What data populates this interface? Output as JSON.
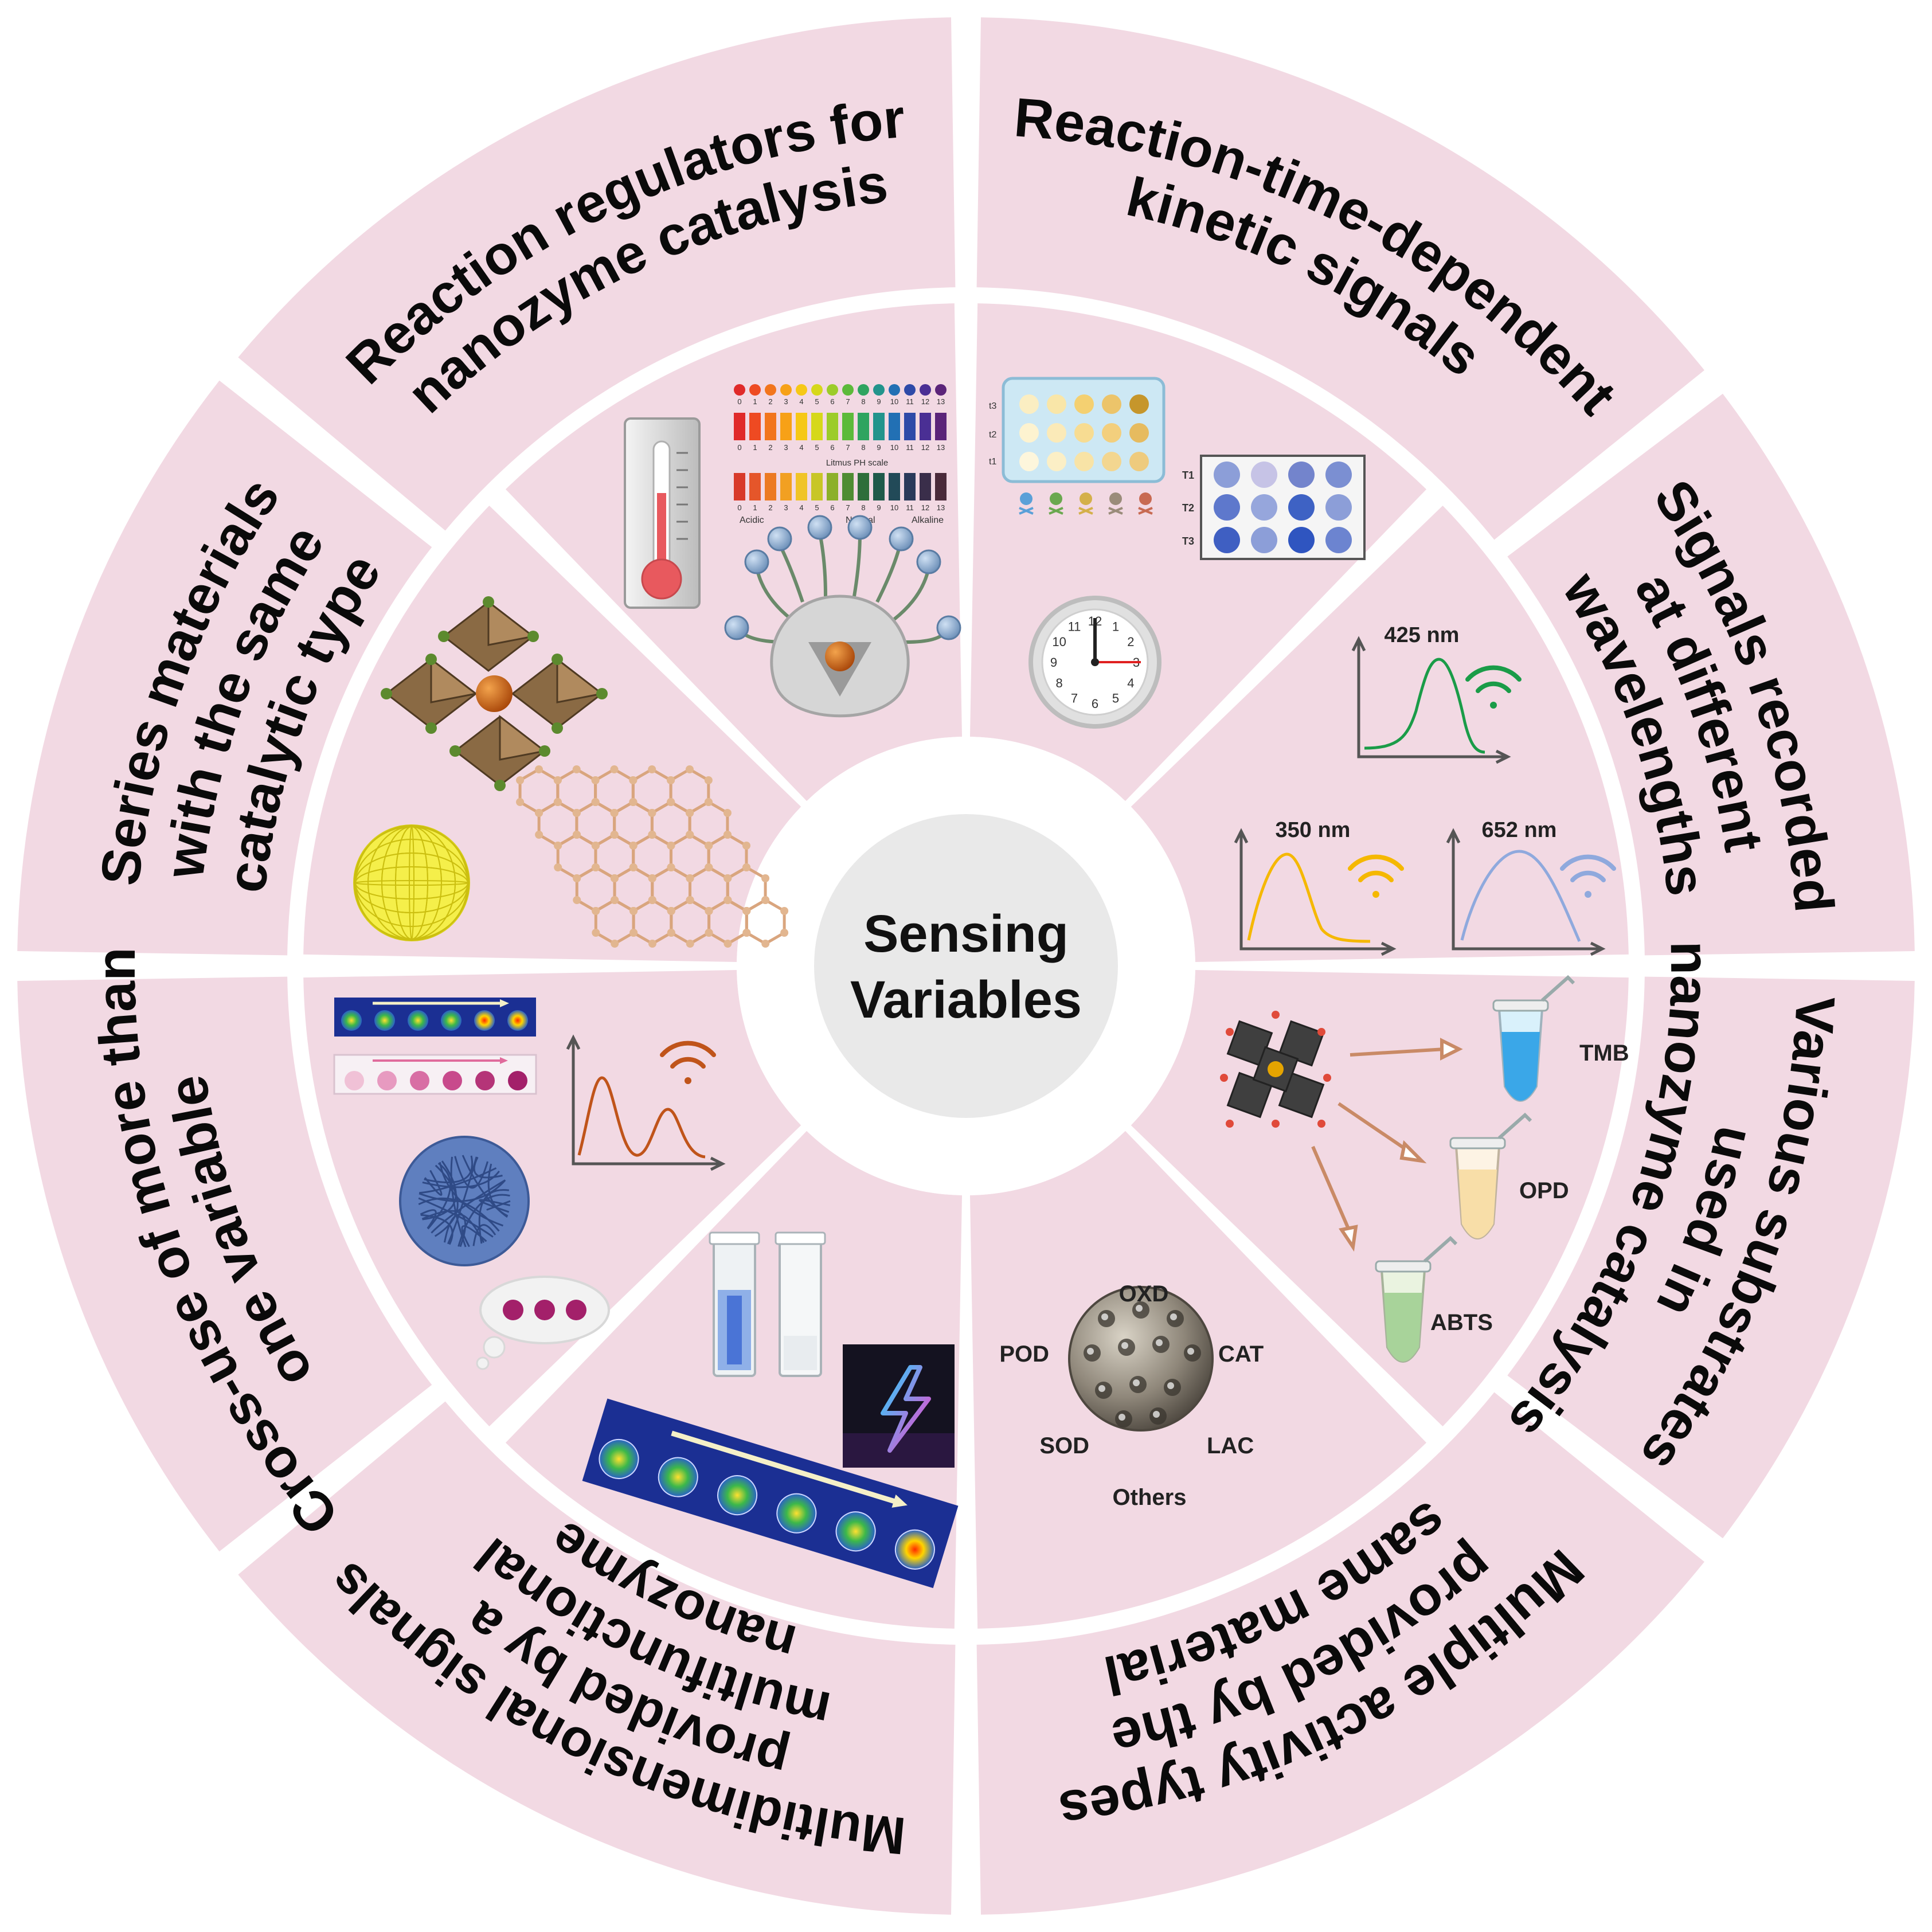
{
  "center": {
    "lines": [
      "Sensing",
      "Variables"
    ]
  },
  "colors": {
    "segment_fill": "#f2d9e3",
    "ring_line": "#e6e6e6",
    "center_fill": "#e9e9e9",
    "text": "#0a0a0a",
    "green_signal": "#1a9c48",
    "yellow_signal": "#f5b800",
    "blue_signal": "#8fa9dd",
    "orange_signal": "#c0541a",
    "magenta": "#a3206a"
  },
  "segments": [
    {
      "id": "reaction-regulators",
      "lines": [
        "Reaction regulators for",
        "nanozyme catalysis"
      ]
    },
    {
      "id": "kinetic-signals",
      "lines": [
        "Reaction-time-dependent",
        "kinetic signals"
      ]
    },
    {
      "id": "wavelength-signals",
      "lines": [
        "Signals recorded",
        "at different",
        "wavelengths"
      ]
    },
    {
      "id": "substrates",
      "lines": [
        "Various substrates",
        "used in",
        "nanozyme catalysis"
      ]
    },
    {
      "id": "activity-types",
      "lines": [
        "Multiple activity types",
        "provided by the",
        "same material"
      ]
    },
    {
      "id": "multidimensional",
      "lines": [
        "Multidimensional signals",
        "provided by a",
        "multifunctional",
        "nanozyme"
      ]
    },
    {
      "id": "cross-use",
      "lines": [
        "Cross-use of more than",
        "one variable"
      ]
    },
    {
      "id": "series-materials",
      "lines": [
        "Series materials",
        "with the same",
        "catalytic type"
      ]
    }
  ],
  "wavelengths": {
    "green": "425 nm",
    "yellow": "350 nm",
    "blue": "652 nm"
  },
  "substrates": [
    "TMB",
    "OPD",
    "ABTS"
  ],
  "activities": {
    "top": "OXD",
    "left_top": "POD",
    "right_top": "CAT",
    "left_bottom": "SOD",
    "right_bottom": "LAC",
    "bottom": "Others"
  },
  "plate_labels": [
    "T1",
    "T2",
    "T3"
  ],
  "strip_labels": [
    "t3",
    "t2",
    "t1"
  ],
  "ph_scale": {
    "numbers": [
      "0",
      "1",
      "2",
      "3",
      "4",
      "5",
      "6",
      "7",
      "8",
      "9",
      "10",
      "11",
      "12",
      "13"
    ],
    "title": "Litmus PH scale",
    "acidic": "Acidic",
    "neutral": "Neutral",
    "alkaline": "Alkaline"
  },
  "clock_numbers": [
    "12",
    "1",
    "2",
    "3",
    "4",
    "5",
    "6",
    "7",
    "8",
    "9",
    "10",
    "11"
  ]
}
